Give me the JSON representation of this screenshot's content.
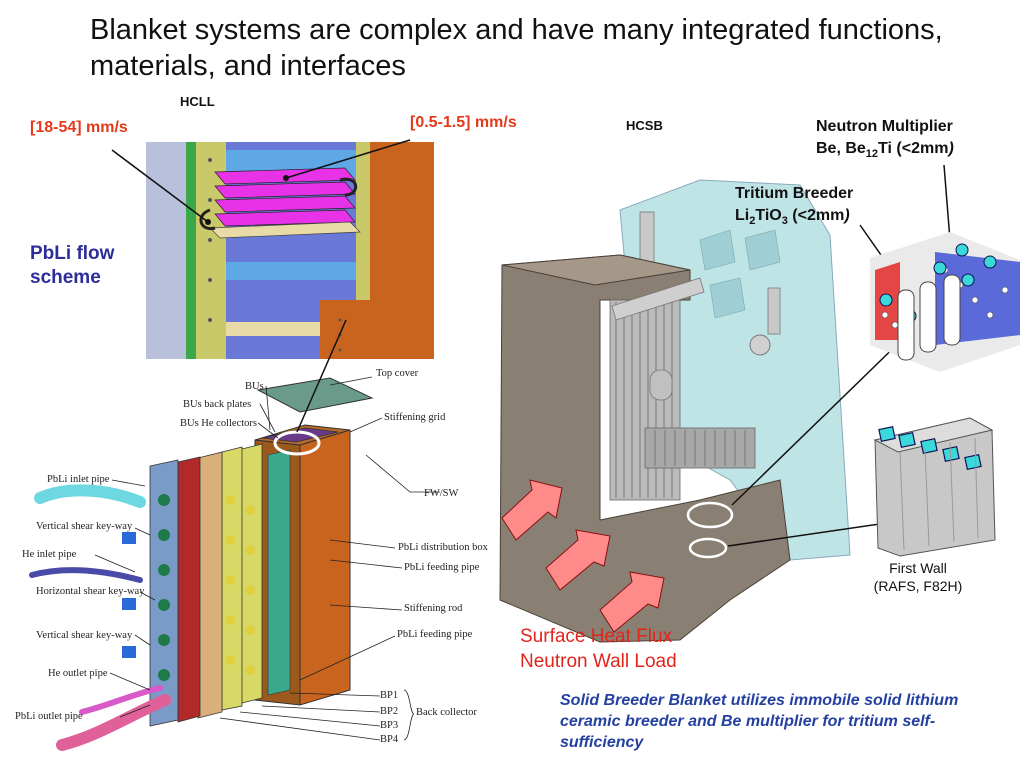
{
  "title": "Blanket systems are complex and have many integrated functions, materials, and interfaces",
  "hcll": {
    "label": "HCLL",
    "pbli_inlet_velocity": "[18-54] mm/s",
    "pbli_inner_velocity": "[0.5-1.5] mm/s",
    "flow_scheme": "PbLi flow scheme",
    "parts": {
      "top_cover": "Top cover",
      "bus": "BUs",
      "bus_back_plates": "BUs back plates",
      "bus_he_collectors": "BUs He collectors",
      "stiffening_grid": "Stiffening grid",
      "pbli_inlet_pipe": "PbLi inlet pipe",
      "vertical_shear_1": "Vertical shear key-way",
      "he_inlet_pipe": "He inlet pipe",
      "horizontal_shear": "Horizontal shear key-way",
      "vertical_shear_2": "Vertical shear key-way",
      "he_outlet_pipe": "He outlet pipe",
      "pbli_outlet_pipe": "PbLi outlet pipe",
      "fw_sw": "FW/SW",
      "pbli_distribution_box": "PbLi distribution box",
      "pbli_feeding_pipe_1": "PbLi feeding pipe",
      "stiffening_rod": "Stiffening rod",
      "pbli_feeding_pipe_2": "PbLi feeding pipe",
      "bp1": "BP1",
      "bp2": "BP2",
      "bp3": "BP3",
      "bp4": "BP4",
      "back_collector": "Back collector"
    }
  },
  "hcsb": {
    "label": "HCSB",
    "neutron_multiplier_line1": "Neutron Multiplier",
    "neutron_multiplier_line2_a": "Be, Be",
    "neutron_multiplier_line2_sub": "12",
    "neutron_multiplier_line2_b": "Ti (<2mm",
    "neutron_multiplier_line2_c": ")",
    "tritium_breeder_line1": "Tritium Breeder",
    "tritium_breeder_line2_a": "Li",
    "tritium_breeder_line2_sub1": "2",
    "tritium_breeder_line2_b": "TiO",
    "tritium_breeder_line2_sub2": "3",
    "tritium_breeder_line2_c": " (<2mm",
    "tritium_breeder_line2_d": ")",
    "first_wall_line1": "First Wall",
    "first_wall_line2": "(RAFS, F82H)",
    "heat_flux": "Surface Heat Flux",
    "wall_load": "Neutron Wall Load",
    "summary": "Solid Breeder Blanket utilizes immobile solid lithium ceramic breeder and Be multiplier for tritium self-sufficiency"
  },
  "colors": {
    "red_label": "#e23b1a",
    "blue_label": "#2d2d9a",
    "summary_blue": "#2440a0",
    "box_brown": "#c9641e",
    "module_gray": "#8a7f73",
    "back_teal": "#bfe4e6"
  }
}
